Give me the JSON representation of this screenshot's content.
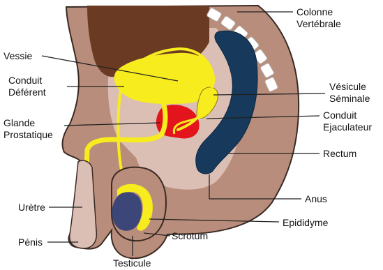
{
  "labels": {
    "vessie": "Vessie",
    "conduit_deferent": [
      "Conduit",
      "Déférent"
    ],
    "glande_prostatique": [
      "Glande",
      "Prostatique"
    ],
    "uretre": "Urètre",
    "penis": "Pénis",
    "testicule": "Testicule",
    "scrotum": "Scrotum",
    "epididyme": "Epididyme",
    "anus": "Anus",
    "rectum": "Rectum",
    "conduit_ejaculateur": [
      "Conduit",
      "Ejaculateur"
    ],
    "vesicule_seminale": [
      "Vésicule",
      "Séminale"
    ],
    "colonne_vertebrale": [
      "Colonne",
      "Vertébrale"
    ]
  },
  "colors": {
    "skin": "#b98d7b",
    "inner_tissue": "#dcbfb4",
    "bowel": "#6b3a22",
    "bladder": "#f7ec1e",
    "duct": "#f7ec1e",
    "prostate": "#e3141c",
    "rectum": "#16395c",
    "testis": "#3c4678",
    "vertebra": "#ffffff",
    "outline": "#3a2a24",
    "leader_line": "#222222"
  }
}
